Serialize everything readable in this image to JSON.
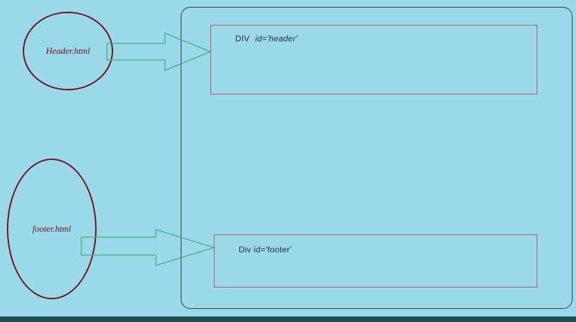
{
  "diagram": {
    "source_header": {
      "label": "Header.html"
    },
    "source_footer": {
      "label": "footer.html"
    },
    "target_header": {
      "tag": "DIV",
      "attr": "id='header'"
    },
    "target_footer": {
      "label": "Div id='footer'"
    }
  },
  "colors": {
    "background": "#99d9ea",
    "box_border": "#c0504d",
    "ellipse_border": "#7a0c14",
    "arrow_stroke": "#3cb371",
    "frame_border": "#3a3a3a",
    "bottom_strip": "#1f4e50"
  }
}
